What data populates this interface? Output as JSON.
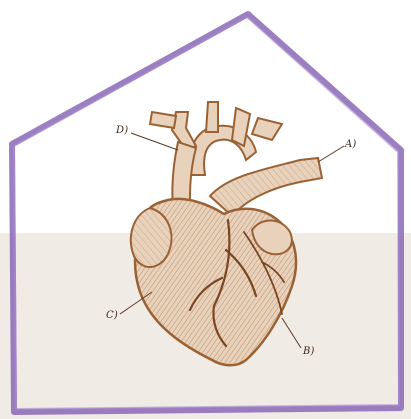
{
  "labels": {
    "a": "A)",
    "b": "B)",
    "c": "C)",
    "d": "D)"
  },
  "colors": {
    "background_top": "#ffffff",
    "background_bottom": "#f1ebe6",
    "house_outline": "#8a68b6",
    "heart_ink": "#9a6234",
    "heart_fill": "#e8d2bc",
    "callout_text": "#3a2818"
  }
}
